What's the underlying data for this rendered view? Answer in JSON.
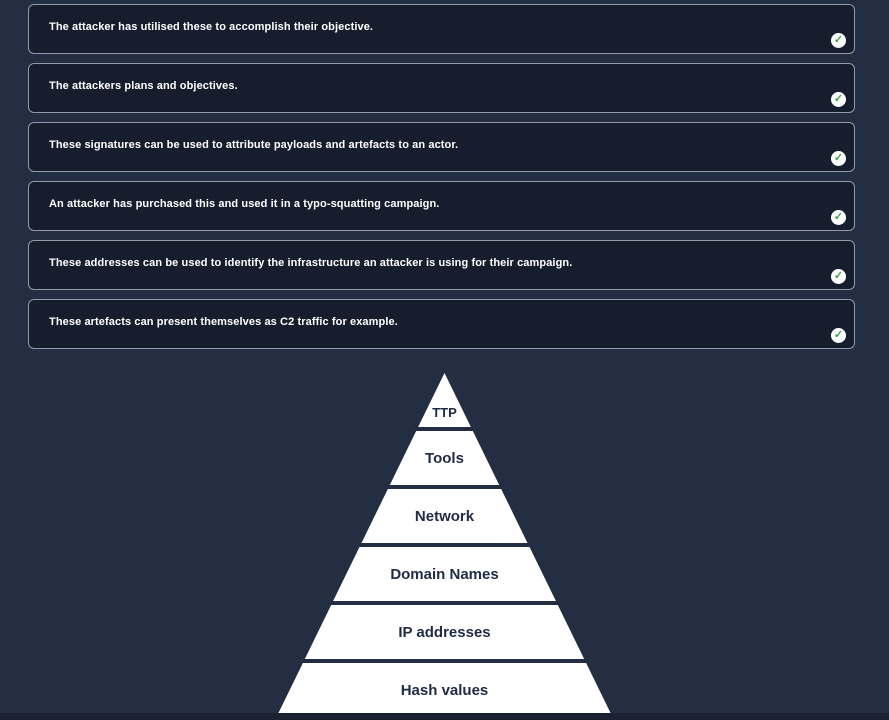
{
  "colors": {
    "page_bg": "#242e42",
    "card_bg": "#161e2e",
    "card_border": "#929aa8",
    "check_green": "#43a047",
    "pyramid_fill": "#ffffff",
    "pyramid_text": "#1f2a44",
    "footer_bar": "#1a2231"
  },
  "icons": {
    "check": "✓"
  },
  "cards": [
    {
      "text": "The attacker has utilised these to accomplish their objective.",
      "status": "matched"
    },
    {
      "text": "The attackers plans and objectives.",
      "status": "matched"
    },
    {
      "text": "These signatures can be used to attribute payloads and artefacts to an actor.",
      "status": "matched"
    },
    {
      "text": "An attacker has purchased this and used it in a typo-squatting campaign.",
      "status": "matched"
    },
    {
      "text": "These addresses can be used to identify the infrastructure an attacker is using for their campaign.",
      "status": "matched"
    },
    {
      "text": "These artefacts can present themselves as C2 traffic for example.",
      "status": "matched"
    }
  ],
  "pyramid": {
    "levels": [
      {
        "label": "TTP"
      },
      {
        "label": "Tools"
      },
      {
        "label": "Network"
      },
      {
        "label": "Domain Names"
      },
      {
        "label": "IP addresses"
      },
      {
        "label": "Hash values"
      }
    ]
  }
}
